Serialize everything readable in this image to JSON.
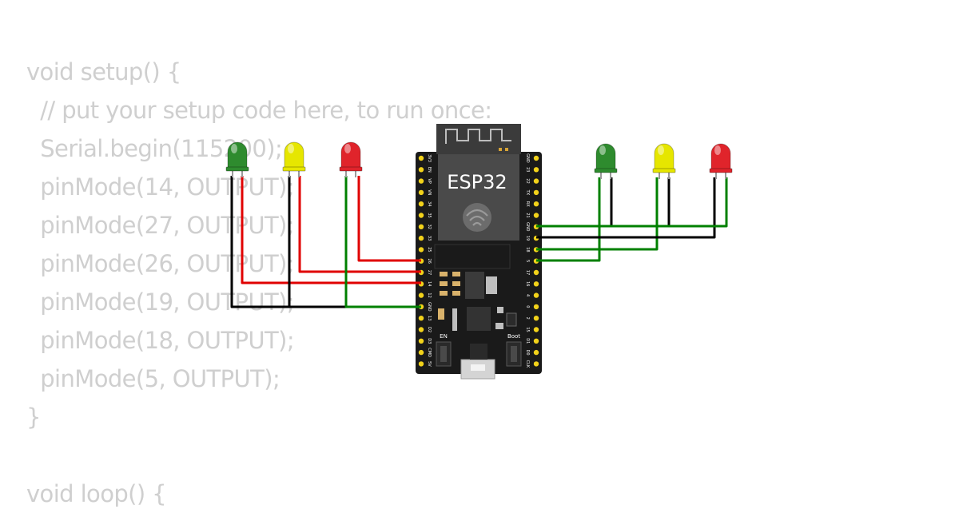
{
  "code": {
    "lines": [
      "void setup() {",
      "  // put your setup code here, to run once:",
      "  Serial.begin(115200);",
      "  pinMode(14, OUTPUT);",
      "  pinMode(27, OUTPUT);",
      "  pinMode(26, OUTPUT);",
      "  pinMode(19, OUTPUT);",
      "  pinMode(18, OUTPUT);",
      "  pinMode(5, OUTPUT);",
      "}",
      "",
      "void loop() {"
    ]
  },
  "board": {
    "label": "ESP32",
    "en_label": "EN",
    "boot_label": "Boot",
    "left_pins": [
      "3V3",
      "EN",
      "VP",
      "VN",
      "34",
      "35",
      "32",
      "33",
      "25",
      "26",
      "27",
      "14",
      "12",
      "GND",
      "13",
      "D2",
      "D3",
      "CMD",
      "5V"
    ],
    "right_pins": [
      "GND",
      "23",
      "22",
      "TX",
      "RX",
      "21",
      "GND",
      "19",
      "18",
      "5",
      "17",
      "16",
      "4",
      "0",
      "2",
      "15",
      "D1",
      "D0",
      "CLK"
    ]
  },
  "leds": [
    {
      "id": "led-left-green",
      "color": "#2e8b2e"
    },
    {
      "id": "led-left-yellow",
      "color": "#e6e600"
    },
    {
      "id": "led-left-red",
      "color": "#e0242b"
    },
    {
      "id": "led-right-green",
      "color": "#2e8b2e"
    },
    {
      "id": "led-right-yellow",
      "color": "#e6e600"
    },
    {
      "id": "led-right-red",
      "color": "#e0242b"
    }
  ],
  "wire_colors": {
    "signal": "#e00000",
    "ground": "#000000",
    "gpio": "#008000"
  }
}
